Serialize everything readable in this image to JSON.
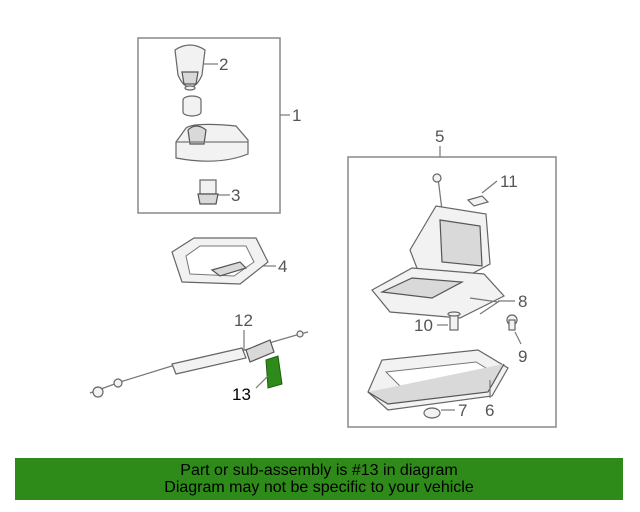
{
  "callouts": {
    "c1": "1",
    "c2": "2",
    "c3": "3",
    "c4": "4",
    "c5": "5",
    "c6": "6",
    "c7": "7",
    "c8": "8",
    "c9": "9",
    "c10": "10",
    "c11": "11",
    "c12": "12",
    "c13": "13"
  },
  "highlight_color": "#2e8b19",
  "banner": {
    "line1": "Part or sub-assembly is #13 in diagram",
    "line2": "Diagram may not be specific to your vehicle"
  }
}
